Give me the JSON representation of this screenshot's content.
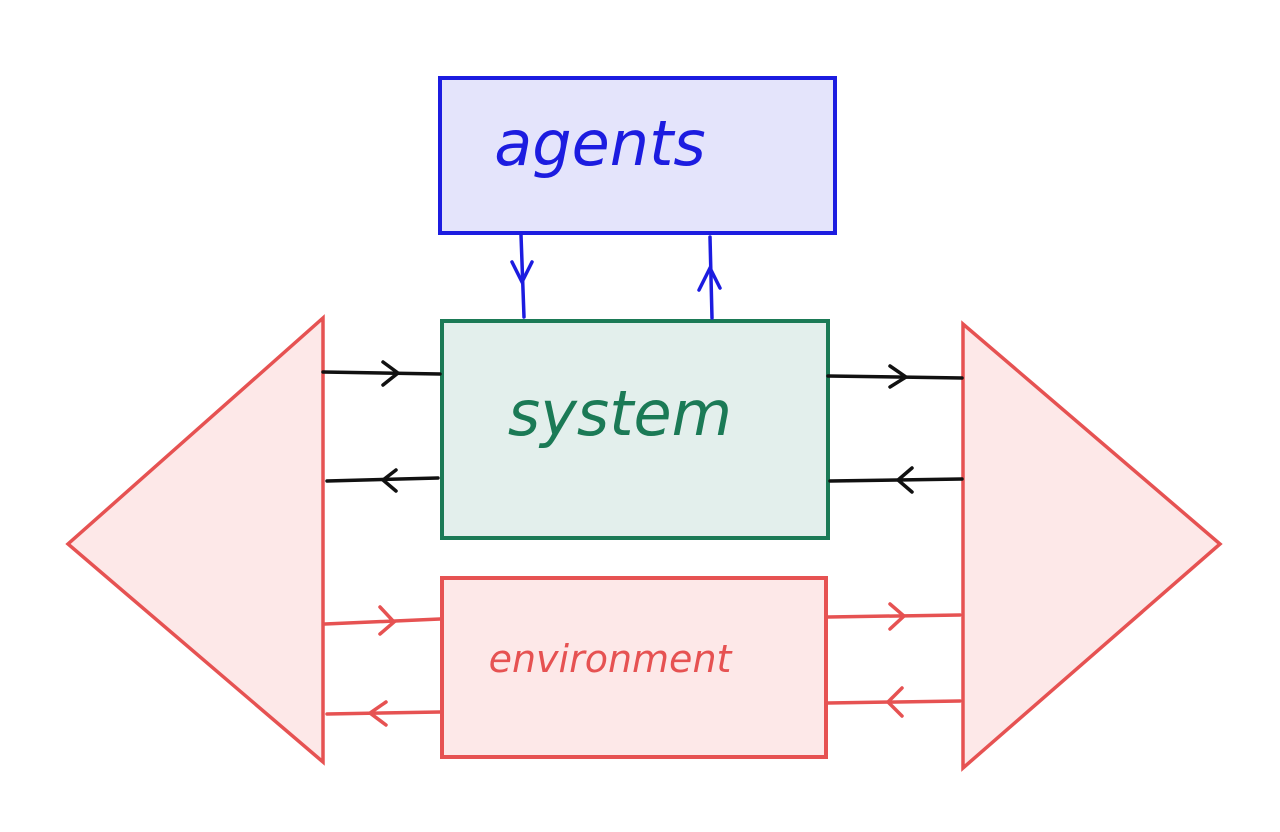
{
  "diagram": {
    "agents": {
      "label": "agents",
      "stroke": "#1c1ce0",
      "fill": "#e4e4fb"
    },
    "system": {
      "label": "system",
      "stroke": "#1b7a56",
      "fill": "#e3efec"
    },
    "environment": {
      "label": "environment",
      "stroke": "#e65252",
      "fill": "#fde8e8"
    },
    "arrow_color": "#111111",
    "left_block": {
      "stroke": "#e65252",
      "fill": "#fde8e8"
    },
    "right_block": {
      "stroke": "#e65252",
      "fill": "#fde8e8"
    }
  }
}
